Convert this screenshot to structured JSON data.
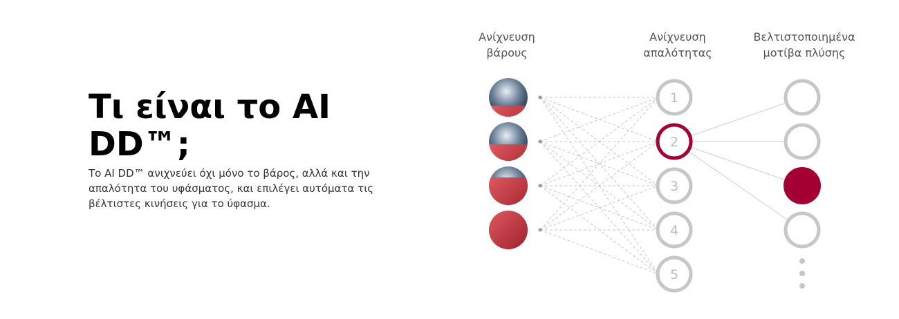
{
  "title": "Τι είναι το AI DD™;",
  "description": "Το AI DD™ ανιχνεύει όχι μόνο το βάρος, αλλά και την απαλότητα του υφάσματος, και επιλέγει αυτόματα τις βέλτιστες κινήσεις για το ύφασμα.",
  "diagram": {
    "columns": [
      {
        "line1": "Ανίχνευση",
        "line2": "βάρους"
      },
      {
        "line1": "Ανίχνευση",
        "line2": "απαλότητας"
      },
      {
        "line1": "Βελτιστοποιημένα",
        "line2": "μοτίβα πλύσης"
      }
    ],
    "softness_levels": [
      "1",
      "2",
      "3",
      "4",
      "5"
    ],
    "selected_softness": 2,
    "selected_pattern": 3,
    "colors": {
      "accent": "#a50034",
      "ring": "#c8c6c8",
      "number": "#bbbbbb"
    }
  }
}
